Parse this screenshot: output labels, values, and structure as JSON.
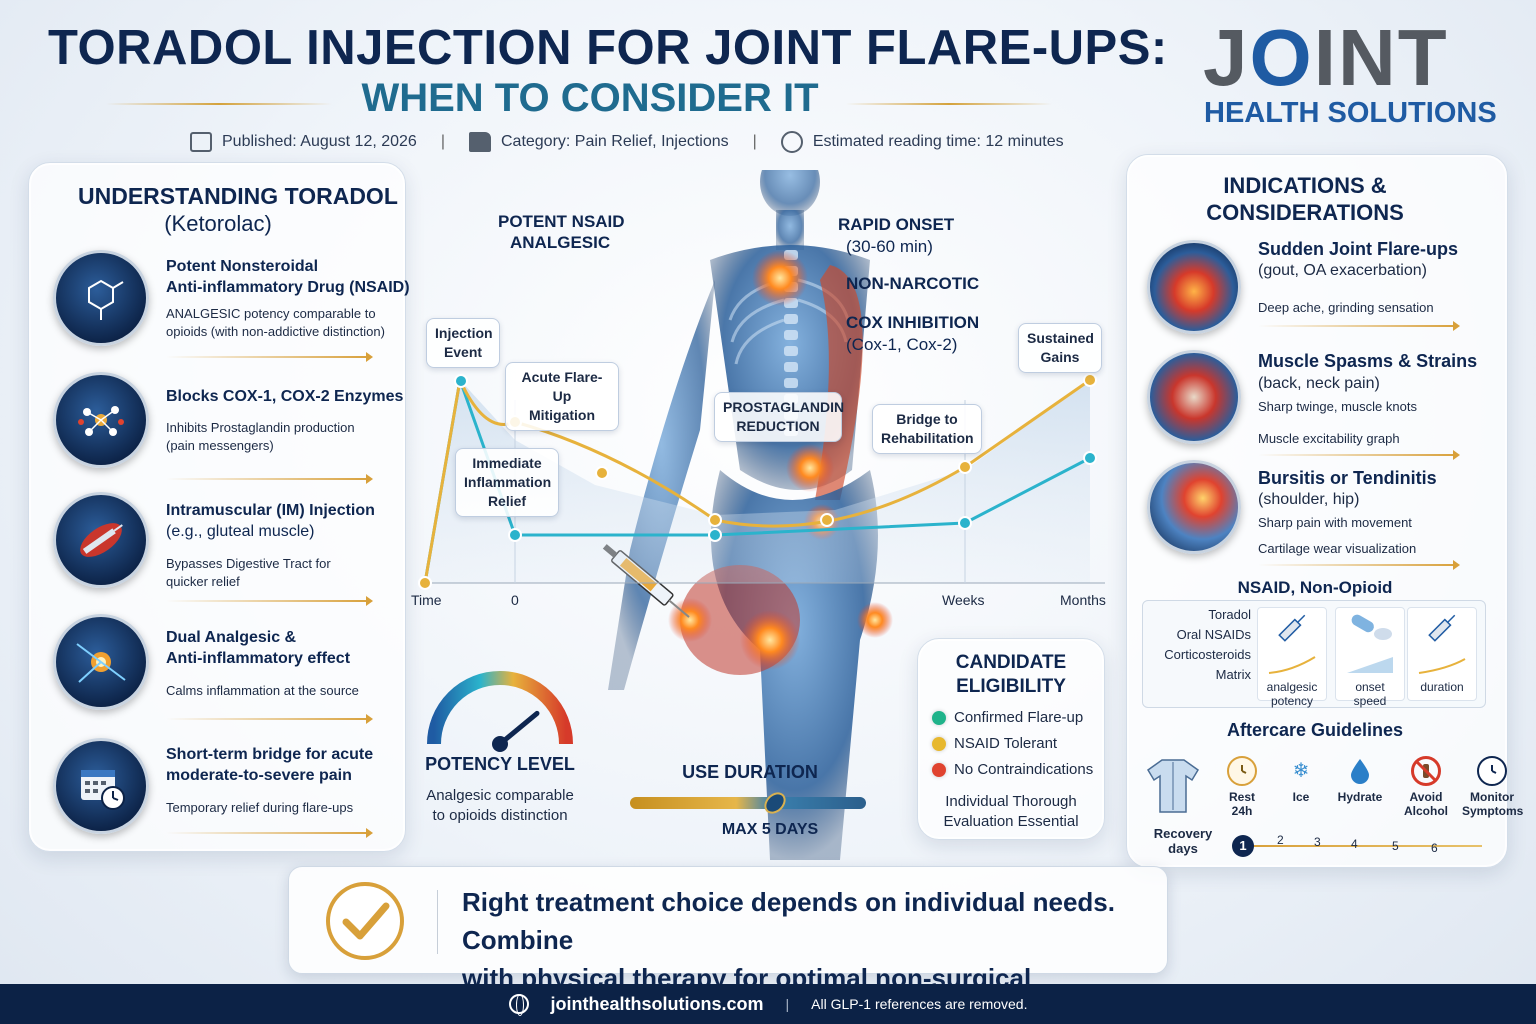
{
  "header": {
    "title_line1": "TORADOL INJECTION FOR JOINT FLARE-UPS:",
    "title_line2": "WHEN TO CONSIDER IT",
    "published": "Published: August 12, 2026",
    "category": "Category: Pain Relief, Injections",
    "reading_time": "Estimated reading time: 12 minutes",
    "separator": "|"
  },
  "logo": {
    "big_j": "J",
    "big_o": "O",
    "big_int": "INT",
    "sub": "HEALTH SOLUTIONS",
    "brand_color": "#1f5ba3",
    "gray_color": "#555a61"
  },
  "left_panel": {
    "title": "UNDERSTANDING TORADOL",
    "subtitle": "(Ketorolac)",
    "items": [
      {
        "icon": "molecule-icon",
        "head_line1": "Potent Nonsteroidal",
        "head_line2": "Anti-inflammatory Drug (NSAID)",
        "desc_line1": "ANALGESIC potency comparable to",
        "desc_line2": "opioids (with non-addictive distinction)"
      },
      {
        "icon": "enzyme-icon",
        "head_line1": "Blocks COX-1, COX-2 Enzymes",
        "head_line2": "",
        "desc_line1": "Inhibits Prostaglandin production",
        "desc_line2": "(pain messengers)"
      },
      {
        "icon": "syringe-muscle-icon",
        "head_line1": "Intramuscular (IM) Injection",
        "head_line2": "(e.g., gluteal muscle)",
        "desc_line1": "Bypasses Digestive Tract for",
        "desc_line2": "quicker relief"
      },
      {
        "icon": "nerve-icon",
        "head_line1": "Dual Analgesic &",
        "head_line2": "Anti-inflammatory effect",
        "desc_line1": "Calms inflammation at the source",
        "desc_line2": ""
      },
      {
        "icon": "calendar-clock-icon",
        "head_line1": "Short-term bridge for acute",
        "head_line2": "moderate-to-severe pain",
        "desc_line1": "Temporary relief during flare-ups",
        "desc_line2": ""
      }
    ]
  },
  "center": {
    "labels": {
      "potent_nsaid_1": "POTENT NSAID",
      "potent_nsaid_2": "ANALGESIC",
      "rapid_onset": "RAPID ONSET",
      "rapid_onset_time": "(30-60 min)",
      "non_narcotic": "NON-NARCOTIC",
      "cox_inhibition": "COX INHIBITION",
      "cox_detail": "(Cox-1, Cox-2)"
    },
    "bubbles": {
      "injection_event_1": "Injection",
      "injection_event_2": "Event",
      "acute_mitigation_1": "Acute Flare-Up",
      "acute_mitigation_2": "Mitigation",
      "immediate_relief_1": "Immediate",
      "immediate_relief_2": "Inflammation",
      "immediate_relief_3": "Relief",
      "prostaglandin_1": "PROSTAGLANDIN",
      "prostaglandin_2": "REDUCTION",
      "bridge_1": "Bridge to",
      "bridge_2": "Rehabilitation",
      "sustained_1": "Sustained",
      "sustained_2": "Gains"
    },
    "axis": {
      "time": "Time",
      "zero": "0",
      "weeks": "Weeks",
      "months": "Months"
    },
    "potency": {
      "title": "POTENCY LEVEL",
      "desc_line1": "Analgesic comparable",
      "desc_line2": "to opioids distinction",
      "level": 0.78
    },
    "use_duration": {
      "title": "USE DURATION",
      "max": "MAX 5 DAYS"
    }
  },
  "candidate": {
    "title_line1": "CANDIDATE",
    "title_line2": "ELIGIBILITY",
    "items": [
      {
        "label": "Confirmed Flare-up",
        "color": "#1fb38a"
      },
      {
        "label": "NSAID Tolerant",
        "color": "#e7b82e"
      },
      {
        "label": "No Contraindications",
        "color": "#e0432f"
      }
    ],
    "note_line1": "Individual Thorough",
    "note_line2": "Evaluation Essential"
  },
  "right_panel": {
    "title_line1": "INDICATIONS &",
    "title_line2": "CONSIDERATIONS",
    "items": [
      {
        "icon": "knee-joint-icon",
        "head": "Sudden Joint Flare-ups",
        "sub": "(gout, OA exacerbation)",
        "note1": "Deep ache, grinding sensation",
        "note2": ""
      },
      {
        "icon": "back-muscle-icon",
        "head": "Muscle Spasms & Strains",
        "sub": "(back, neck pain)",
        "note1": "Sharp twinge, muscle knots",
        "note2": "Muscle excitability graph"
      },
      {
        "icon": "shoulder-joint-icon",
        "head": "Bursitis or Tendinitis",
        "sub": "(shoulder, hip)",
        "note1": "Sharp pain with movement",
        "note2": "Cartilage wear visualization"
      }
    ],
    "matrix": {
      "title": "NSAID, Non-Opioid",
      "rows": [
        "Toradol",
        "Oral NSAIDs",
        "Corticosteroids",
        "Matrix"
      ],
      "columns": [
        {
          "icon": "syringe-icon",
          "caption_line1": "analgesic",
          "caption_line2": "potency"
        },
        {
          "icon": "pill-icon",
          "caption_line1": "onset",
          "caption_line2": "speed"
        },
        {
          "icon": "syringe-icon",
          "caption_line1": "duration",
          "caption_line2": ""
        }
      ]
    },
    "aftercare": {
      "title": "Aftercare Guidelines",
      "items": [
        {
          "icon": "clock-icon",
          "line1": "Rest",
          "line2": "24h"
        },
        {
          "icon": "snowflake-icon",
          "line1": "Ice",
          "line2": ""
        },
        {
          "icon": "droplet-icon",
          "line1": "Hydrate",
          "line2": ""
        },
        {
          "icon": "no-alcohol-icon",
          "line1": "Avoid",
          "line2": "Alcohol"
        },
        {
          "icon": "clock-icon",
          "line1": "Monitor",
          "line2": "Symptoms"
        }
      ],
      "recovery_line1": "Recovery",
      "recovery_line2": "days",
      "days": [
        "1",
        "2",
        "3",
        "4",
        "5",
        "6"
      ]
    }
  },
  "banner": {
    "line1": "Right treatment choice depends on individual needs. Combine",
    "line2": "with physical therapy for optimal non-surgical management."
  },
  "footer": {
    "site": "jointhealthsolutions.com",
    "separator": "|",
    "note": "All GLP-1 references are removed."
  }
}
